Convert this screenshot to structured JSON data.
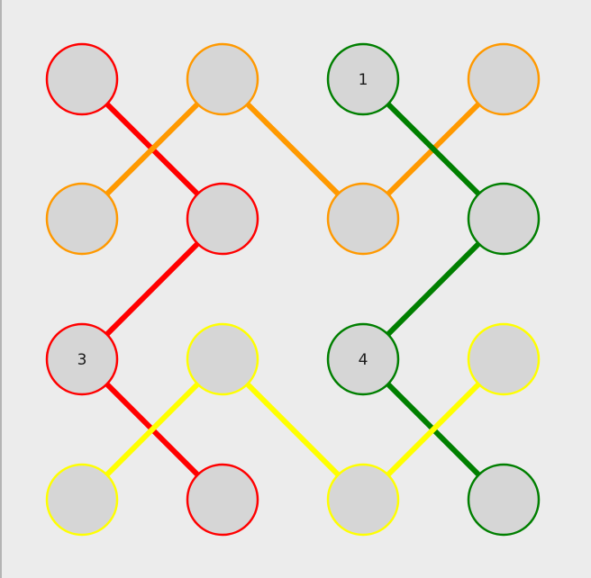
{
  "colors": {
    "background": "#ececec",
    "node_fill": "#d6d6d6",
    "red": "#ff0000",
    "orange": "#ff9900",
    "green": "#007f00",
    "yellow": "#ffff00"
  },
  "nodes": [
    {
      "id": "n00",
      "row": 0,
      "col": 0,
      "color": "red",
      "label": ""
    },
    {
      "id": "n01",
      "row": 0,
      "col": 1,
      "color": "orange",
      "label": ""
    },
    {
      "id": "n02",
      "row": 0,
      "col": 2,
      "color": "green",
      "label": "1"
    },
    {
      "id": "n03",
      "row": 0,
      "col": 3,
      "color": "orange",
      "label": ""
    },
    {
      "id": "n10",
      "row": 1,
      "col": 0,
      "color": "orange",
      "label": ""
    },
    {
      "id": "n11",
      "row": 1,
      "col": 1,
      "color": "red",
      "label": ""
    },
    {
      "id": "n12",
      "row": 1,
      "col": 2,
      "color": "orange",
      "label": ""
    },
    {
      "id": "n13",
      "row": 1,
      "col": 3,
      "color": "green",
      "label": ""
    },
    {
      "id": "n20",
      "row": 2,
      "col": 0,
      "color": "red",
      "label": "3"
    },
    {
      "id": "n21",
      "row": 2,
      "col": 1,
      "color": "yellow",
      "label": ""
    },
    {
      "id": "n22",
      "row": 2,
      "col": 2,
      "color": "green",
      "label": "4"
    },
    {
      "id": "n23",
      "row": 2,
      "col": 3,
      "color": "yellow",
      "label": ""
    },
    {
      "id": "n30",
      "row": 3,
      "col": 0,
      "color": "yellow",
      "label": ""
    },
    {
      "id": "n31",
      "row": 3,
      "col": 1,
      "color": "red",
      "label": ""
    },
    {
      "id": "n32",
      "row": 3,
      "col": 2,
      "color": "yellow",
      "label": ""
    },
    {
      "id": "n33",
      "row": 3,
      "col": 3,
      "color": "green",
      "label": ""
    }
  ],
  "links": [
    {
      "from": "n00",
      "to": "n11",
      "color": "red"
    },
    {
      "from": "n11",
      "to": "n20",
      "color": "red"
    },
    {
      "from": "n20",
      "to": "n31",
      "color": "red"
    },
    {
      "from": "n10",
      "to": "n01",
      "color": "orange"
    },
    {
      "from": "n01",
      "to": "n12",
      "color": "orange"
    },
    {
      "from": "n12",
      "to": "n03",
      "color": "orange"
    },
    {
      "from": "n02",
      "to": "n13",
      "color": "green"
    },
    {
      "from": "n13",
      "to": "n22",
      "color": "green"
    },
    {
      "from": "n22",
      "to": "n33",
      "color": "green"
    },
    {
      "from": "n30",
      "to": "n21",
      "color": "yellow"
    },
    {
      "from": "n21",
      "to": "n32",
      "color": "yellow"
    },
    {
      "from": "n32",
      "to": "n23",
      "color": "yellow"
    }
  ]
}
